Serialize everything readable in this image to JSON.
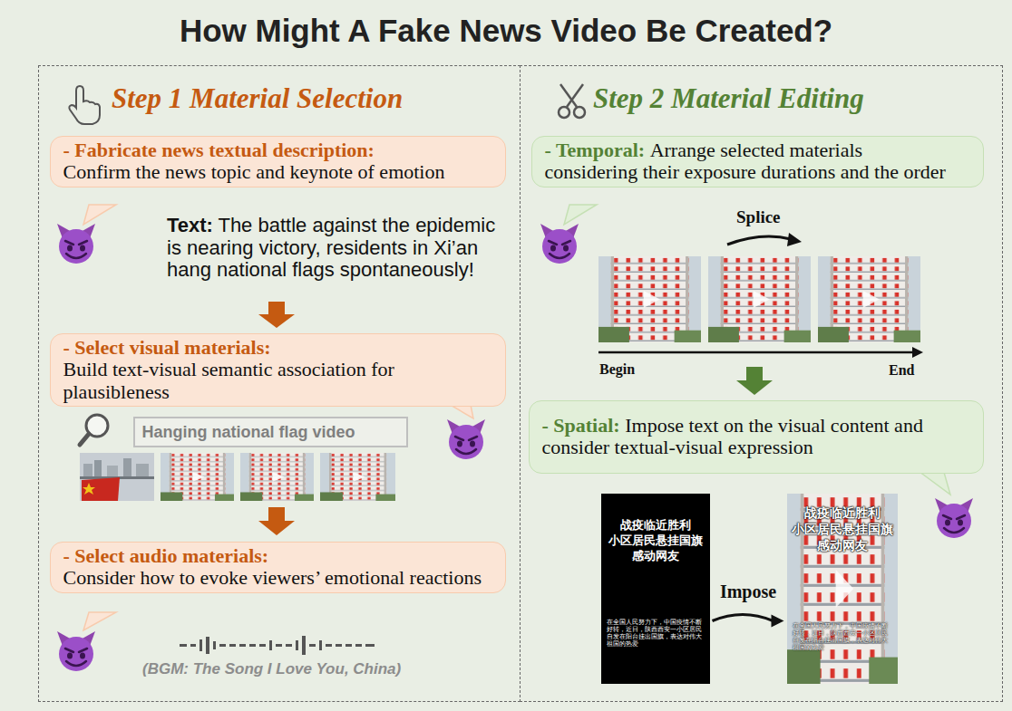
{
  "diagram": {
    "title": "How Might A Fake News Video Be Created?",
    "nodes": [
      {
        "text": [
          "Step 1 Material Selection"
        ]
      },
      {
        "text": [
          "- Fabricate news textual description:",
          "Confirm the news topic and keynote of emotion"
        ],
        "in": 0
      },
      {
        "text": [
          "- Select visual materials:",
          "Build text-visual semantic association for plausibleness"
        ],
        "in": 0
      },
      {
        "text": [
          "Hanging national flag video"
        ],
        "in": 0
      },
      {
        "text": [
          "- Select audio materials:",
          "Consider how to evoke viewers’ emotional reactions"
        ],
        "in": 0
      },
      {
        "text": [
          "Step 2 Material Editing"
        ]
      },
      {
        "text": [
          "- Temporal:",
          "Arrange selected materials considering their exposure durations and the order"
        ],
        "in": 5
      },
      {
        "text": [
          "- Spatial:",
          "Impose text on the visual content and consider textual-visual expression"
        ],
        "in": 5
      },
      {
        "text": [
          "战疫临近胜利 小区居民悬挂国旗 感动网友",
          "在全国人民努力下，中国疫情不断好转，近日，陕西西安一小区居民自发在阳台挂出国旗，表达对伟大祖国的热爱"
        ],
        "in": 5
      },
      {
        "text": [
          "战疫临近胜利 小区居民悬挂国旗 感动网友",
          "在全国人民努力下，中国疫情不断好转，近日，陕西西安一小区居民自发在阳台挂出国旗，表达对伟大祖国的热爱"
        ],
        "in": 5
      }
    ],
    "edges": [
      {
        "from": 8,
        "to": 9,
        "label": "Impose",
        "arrow": "to"
      }
    ],
    "labels": [
      "Text:",
      "The battle against the epidemic is nearing victory, residents in Xi’an hang national flags spontaneously!",
      "(BGM: The Song I Love You, China)",
      "Splice",
      "Begin",
      "End"
    ]
  }
}
